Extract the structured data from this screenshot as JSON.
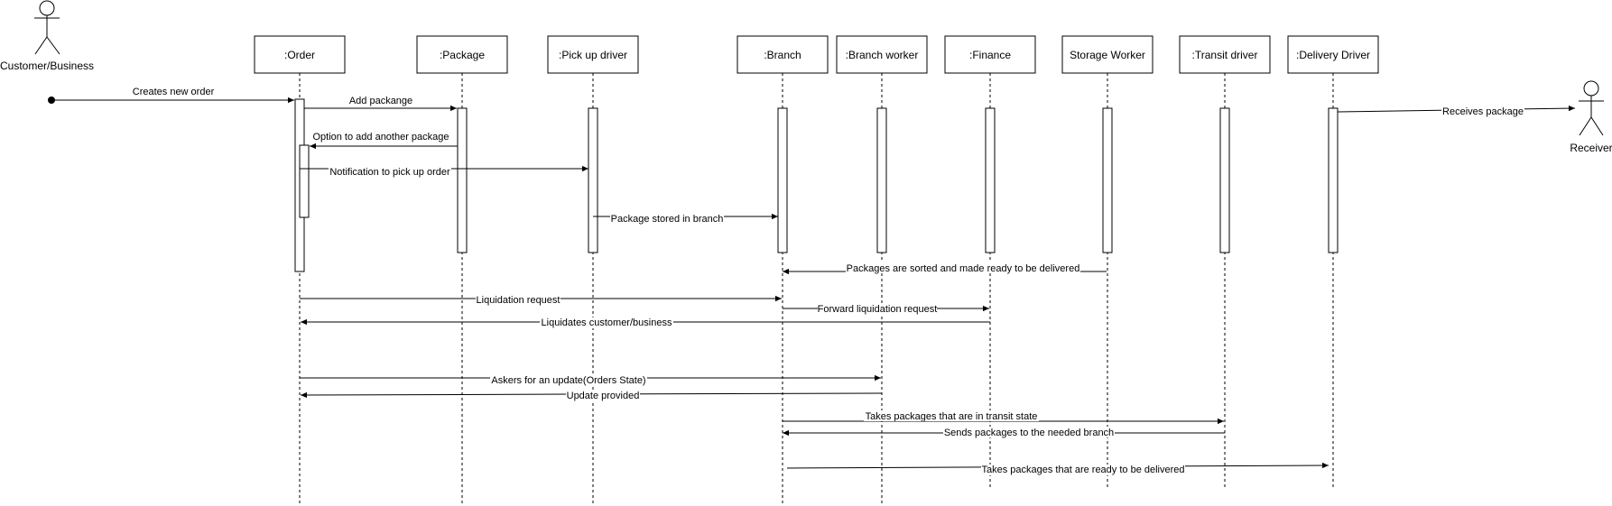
{
  "actors": [
    {
      "id": "customer",
      "label": "Customer/Business"
    },
    {
      "id": "receiver",
      "label": "Receiver"
    }
  ],
  "participants": [
    {
      "id": "order",
      "label": ":Order"
    },
    {
      "id": "package",
      "label": ":Package"
    },
    {
      "id": "pickup",
      "label": ":Pick up driver"
    },
    {
      "id": "branch",
      "label": ":Branch"
    },
    {
      "id": "branchworker",
      "label": ":Branch worker"
    },
    {
      "id": "finance",
      "label": ":Finance"
    },
    {
      "id": "storage",
      "label": "Storage Worker"
    },
    {
      "id": "transit",
      "label": ":Transit driver"
    },
    {
      "id": "delivery",
      "label": ":Delivery Driver"
    }
  ],
  "messages": [
    {
      "from": "customer",
      "to": "order",
      "label": "Creates new order"
    },
    {
      "from": "order",
      "to": "package",
      "label": "Add packange"
    },
    {
      "from": "package",
      "to": "order",
      "label": "Option to add another package"
    },
    {
      "from": "order",
      "to": "pickup",
      "label": "Notification to pick up order"
    },
    {
      "from": "pickup",
      "to": "branch",
      "label": "Package stored in branch"
    },
    {
      "from": "delivery",
      "to": "receiver",
      "label": "Receives package"
    },
    {
      "from": "storage",
      "to": "branch",
      "label": "Packages are sorted and made ready to be delivered"
    },
    {
      "from": "order",
      "to": "branch",
      "label": "Liquidation request"
    },
    {
      "from": "branch",
      "to": "finance",
      "label": "Forward liquidation request"
    },
    {
      "from": "finance",
      "to": "order",
      "label": "Liquidates customer/business"
    },
    {
      "from": "order",
      "to": "branchworker",
      "label": "Askers for an update(Orders State)"
    },
    {
      "from": "branchworker",
      "to": "order",
      "label": "Update provided"
    },
    {
      "from": "branch",
      "to": "transit",
      "label": "Takes packages that are in transit state"
    },
    {
      "from": "transit",
      "to": "branch",
      "label": "Sends packages to the needed branch"
    },
    {
      "from": "branch",
      "to": "delivery",
      "label": "Takes packages that are ready to be delivered"
    }
  ]
}
